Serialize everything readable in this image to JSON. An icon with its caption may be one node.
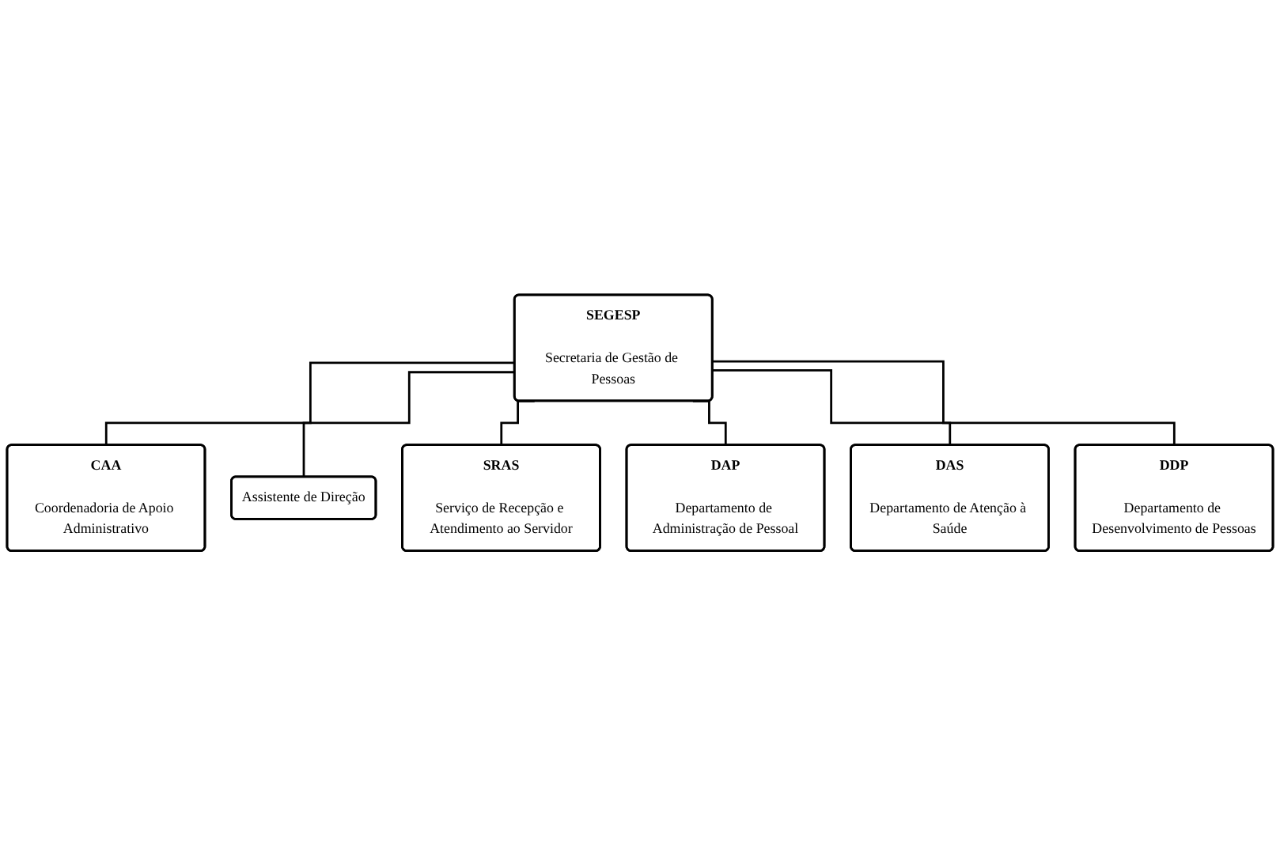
{
  "diagram": {
    "nodes": [
      {
        "text": [
          "SEGESP",
          "Secretaria de Gestão de Pessoas"
        ]
      },
      {
        "text": [
          "CAA",
          "Coordenadoria de Apoio Administrativo"
        ]
      },
      {
        "text": [
          "Assistente de Direção"
        ]
      },
      {
        "text": [
          "SRAS",
          "Serviço de Recepção e Atendimento ao Servidor"
        ]
      },
      {
        "text": [
          "DAP",
          "Departamento de Administração de Pessoal"
        ]
      },
      {
        "text": [
          "DAS",
          "Departamento de Atenção à Saúde"
        ]
      },
      {
        "text": [
          "DDP",
          "Departamento de Desenvolvimento de Pessoas"
        ]
      }
    ],
    "edges": [
      {
        "from": 0,
        "to": 1,
        "arrow": "none"
      },
      {
        "from": 0,
        "to": 2,
        "arrow": "none"
      },
      {
        "from": 0,
        "to": 3,
        "arrow": "none"
      },
      {
        "from": 0,
        "to": 4,
        "arrow": "none"
      },
      {
        "from": 0,
        "to": 5,
        "arrow": "none"
      },
      {
        "from": 0,
        "to": 6,
        "arrow": "none"
      }
    ]
  }
}
